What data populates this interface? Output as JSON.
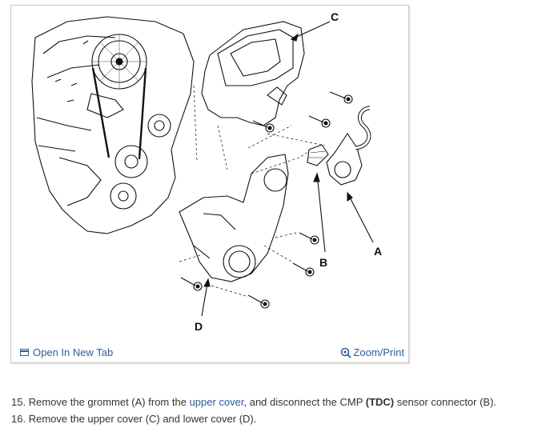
{
  "figure": {
    "callouts": {
      "a": "A",
      "b": "B",
      "c": "C",
      "d": "D"
    },
    "open_in_new_tab": "Open In New Tab",
    "zoom_print": "Zoom/Print"
  },
  "steps": [
    {
      "number": "15.",
      "text_1": "Remove the grommet (A) from the",
      "link": "upper cover",
      "text_2": ", and disconnect the CMP",
      "bold": "(TDC)",
      "text_3": "sensor connector (B)."
    },
    {
      "number": "16.",
      "text": "Remove the upper cover (C) and lower cover (D)."
    }
  ],
  "colors": {
    "link": "#2c5d9a",
    "border": "#c8c8c8",
    "text": "#333333"
  },
  "icons": {
    "open_in_new_tab": "window-icon",
    "zoom": "magnifier-plus-icon"
  }
}
